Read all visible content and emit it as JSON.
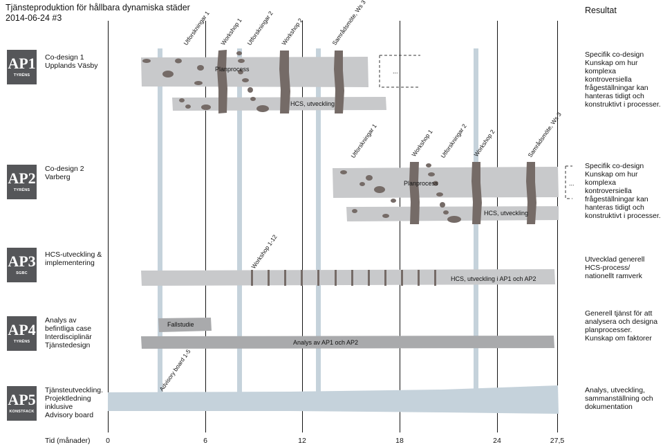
{
  "header": {
    "title": "Tjänsteproduktion för hållbara dynamiska städer",
    "subtitle": "2014-06-24 #3",
    "result_heading": "Resultat"
  },
  "axis": {
    "title": "Tid (månader)",
    "ticks": [
      "0",
      "6",
      "12",
      "18",
      "24",
      "27,5"
    ]
  },
  "work_packages": [
    {
      "code": "AP1",
      "org": "TYRÉNS",
      "description": "Co-design 1\nUpplands Väsby",
      "result": "Specifik co-design\nKunskap om hur\nkomplexa kontroversiella\nfrågeställningar kan\nhanteras tidigt och\nkonstruktivt i processer.",
      "bars": [
        "Planprocess",
        "HCS, utveckling",
        "..."
      ],
      "milestones": [
        "Utforskningar 1",
        "Workshop 1",
        "Utforskningar 2",
        "Workshop 2",
        "Samrådsmöte, Ws 3"
      ]
    },
    {
      "code": "AP2",
      "org": "TYRÉNS",
      "description": "Co-design 2\nVarberg",
      "result": "Specifik co-design\nKunskap om hur\nkomplexa kontroversiella\nfrågeställningar kan\nhanteras tidigt och\nkonstruktivt i processer.",
      "bars": [
        "Planprocess",
        "HCS, utveckling",
        "..."
      ],
      "milestones": [
        "Utforskningar 1",
        "Workshop 1",
        "Utforskningar 2",
        "Workshop 2",
        "Samrådsmöte, Ws 3"
      ]
    },
    {
      "code": "AP3",
      "org": "SGBC",
      "description": "HCS-utveckling &\nimplementering",
      "result": "Utvecklad generell\nHCS-process/\nnationellt ramverk",
      "bars": [
        "HCS, utveckling i AP1 och AP2"
      ],
      "milestones": [
        "Workshop 1-12"
      ]
    },
    {
      "code": "AP4",
      "org": "TYRÉNS",
      "description": "Analys av\nbefintliga case\nInterdisciplinär\nTjänstedesign",
      "result": "Generell tjänst för att\nanalysera och designa\nplanprocesser.\nKunskap om faktorer",
      "bars": [
        "Fallstudie",
        "Analys av AP1 och AP2"
      ],
      "milestones": []
    },
    {
      "code": "AP5",
      "org": "KONSTFACK",
      "description": "Tjänsteutveckling.\nProjektledning\ninklusive\nAdvisory board",
      "result": "Analys, utveckling,\nsammanställning och\ndokumentation",
      "bars": [],
      "milestones": [
        "Advisory board 1-5"
      ]
    }
  ],
  "colors": {
    "box": "#555659",
    "bar": "#c8c9cb",
    "bar_dark": "#a9aaac",
    "pillar": "#756b67",
    "advisory": "#c5d2db"
  }
}
